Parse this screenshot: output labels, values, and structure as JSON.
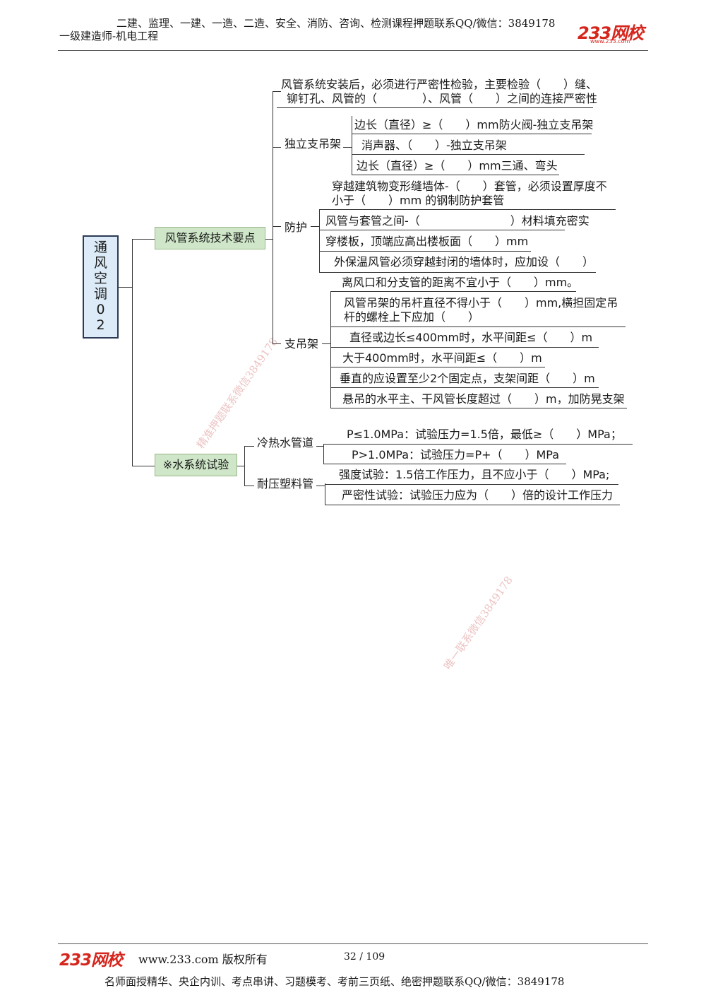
{
  "header": {
    "top_text": "二建、监理、一建、一造、二造、安全、消防、咨询、检测课程押题联系QQ/微信：3849178",
    "subtitle": "一级建造师-机电工程",
    "logo": "233网校",
    "logo_url": "www.233.com"
  },
  "mindmap": {
    "root_chars": [
      "通",
      "风",
      "空",
      "调",
      "0",
      "2"
    ],
    "branch1": {
      "label": "风管系统技术要点",
      "top_leaf_line1": "风管系统安装后，必须进行严密性检验，主要检验（　　）缝、",
      "top_leaf_line2": "铆钉孔、风管的（　　　　）、风管（　　）之间的连接严密性",
      "sub1": {
        "label": "独立支吊架",
        "leaves": [
          "边长（直径）≥（　　）mm防火阀-独立支吊架",
          "消声器、（　　）-独立支吊架",
          "边长（直径）≥（　　）mm三通、弯头"
        ]
      },
      "sub2": {
        "label": "防护",
        "leaf1_line1": "穿越建筑物变形缝墙体-（　　）套管，必须设置厚度不",
        "leaf1_line2": "小于（　　）mm 的钢制防护套管",
        "leaves": [
          "风管与套管之间-（　　　　　　　　）材料填充密实",
          "穿楼板，顶端应高出楼板面（　　）mm",
          "外保温风管必须穿越封闭的墙体时，应加设（　　）"
        ]
      },
      "sub3": {
        "label": "支吊架",
        "leaf0": "离风口和分支管的距离不宜小于（　　）mm。",
        "leaf1_line1": "风管吊架的吊杆直径不得小于（　　）mm,横担固定吊",
        "leaf1_line2": "杆的螺栓上下应加（　　）",
        "leaves": [
          "直径或边长≤400mm时，水平间距≤（　　）m",
          "大于400mm时，水平间距≤（　　）m",
          "垂直的应设置至少2个固定点，支架间距（　　）m",
          "悬吊的水平主、干风管长度超过（　　）m，加防晃支架"
        ]
      }
    },
    "branch2": {
      "label": "※水系统试验",
      "sub1": {
        "label": "冷热水管道",
        "leaves": [
          "P≤1.0MPa：试验压力=1.5倍，最低≥（　　）MPa；",
          "P>1.0MPa：试验压力=P+（　　）MPa"
        ]
      },
      "sub2": {
        "label": "耐压塑料管",
        "leaves": [
          "强度试验：1.5倍工作压力，且不应小于（　　）MPa;",
          "严密性试验：试验压力应为（　　）倍的设计工作压力"
        ]
      }
    }
  },
  "watermarks": [
    "精准押题联系微信3849178",
    "唯一联系微信3849178"
  ],
  "footer": {
    "logo": "233网校",
    "site": "www.233.com 版权所有",
    "page": "32 / 109",
    "bottom_text": "名师面授精华、央企内训、考点串讲、习题模考、考前三页纸、绝密押题联系QQ/微信：3849178"
  }
}
